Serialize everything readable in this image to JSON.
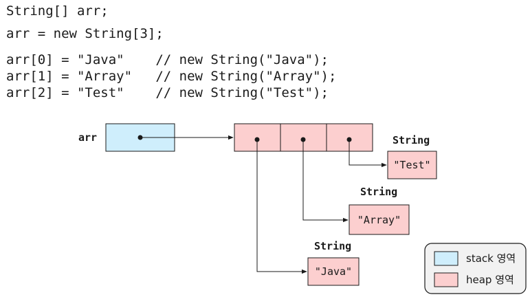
{
  "code": {
    "line1": "String[] arr;",
    "line2": "arr = new String[3];",
    "line3": "arr[0] = \"Java\"    // new String(\"Java\");",
    "line4": "arr[1] = \"Array\"   // new String(\"Array\");",
    "line5": "arr[2] = \"Test\"    // new String(\"Test\");"
  },
  "diagram": {
    "var_label": "arr",
    "objects": [
      {
        "type_label": "String",
        "value": "\"Test\""
      },
      {
        "type_label": "String",
        "value": "\"Array\""
      },
      {
        "type_label": "String",
        "value": "\"Java\""
      }
    ]
  },
  "legend": {
    "stack_label": "stack 영역",
    "heap_label": "heap 영역"
  },
  "colors": {
    "stack_fill": "#cfeefc",
    "heap_fill": "#fccfcf",
    "border": "#1a1a1a"
  }
}
